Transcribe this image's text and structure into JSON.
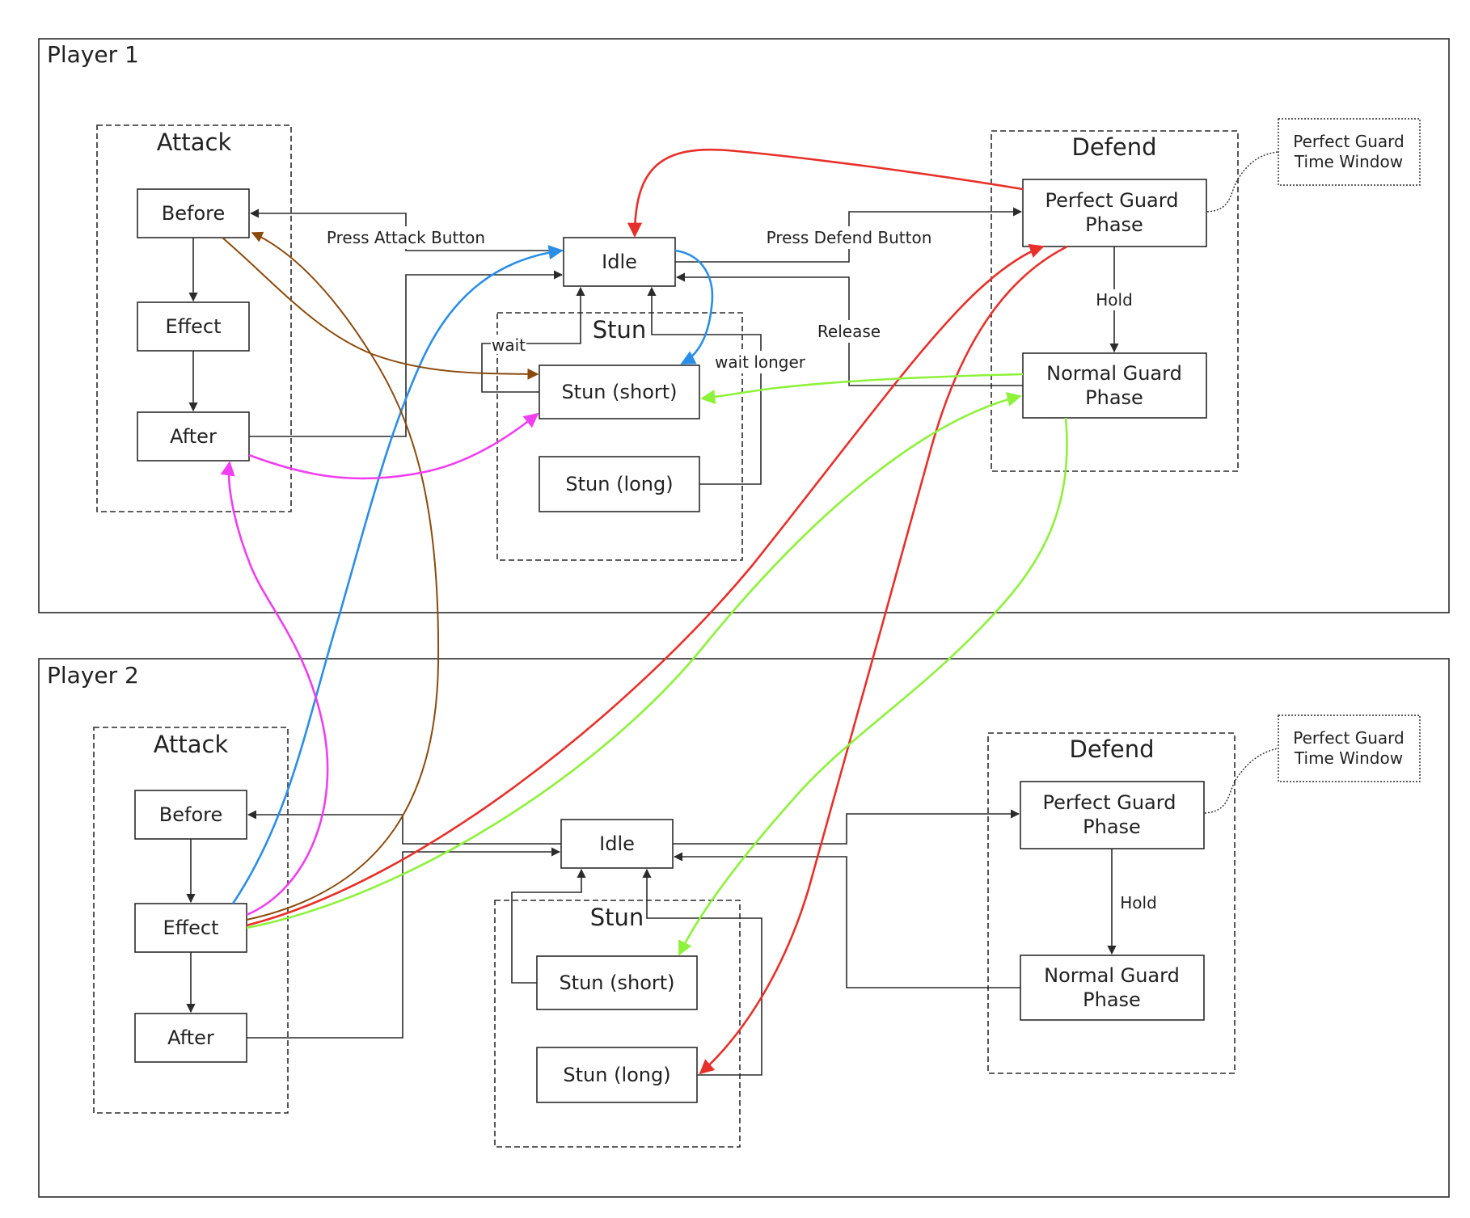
{
  "players": [
    {
      "title": "Player 1",
      "attack": {
        "title": "Attack",
        "before": "Before",
        "effect": "Effect",
        "after": "After"
      },
      "stun": {
        "title": "Stun",
        "short": "Stun (short)",
        "long": "Stun (long)"
      },
      "idle": "Idle",
      "defend": {
        "title": "Defend",
        "perfect": [
          "Perfect Guard",
          "Phase"
        ],
        "normal": [
          "Normal Guard",
          "Phase"
        ]
      },
      "note": [
        "Perfect Guard",
        "Time Window"
      ],
      "edge_labels": {
        "press_attack": "Press Attack Button",
        "press_defend": "Press Defend Button",
        "hold": "Hold",
        "release": "Release",
        "wait": "wait",
        "wait_longer": "wait longer"
      }
    },
    {
      "title": "Player 2",
      "attack": {
        "title": "Attack",
        "before": "Before",
        "effect": "Effect",
        "after": "After"
      },
      "stun": {
        "title": "Stun",
        "short": "Stun (short)",
        "long": "Stun (long)"
      },
      "idle": "Idle",
      "defend": {
        "title": "Defend",
        "perfect": [
          "Perfect Guard",
          "Phase"
        ],
        "normal": [
          "Normal Guard",
          "Phase"
        ]
      },
      "note": [
        "Perfect Guard",
        "Time Window"
      ],
      "edge_labels": {
        "hold": "Hold"
      }
    }
  ],
  "colors": {
    "line": "#2b2b2b",
    "blue": "#2b8ee6",
    "brown": "#8b4a0c",
    "magenta": "#f03ef0",
    "red": "#e8302a",
    "green": "#8df23a"
  }
}
